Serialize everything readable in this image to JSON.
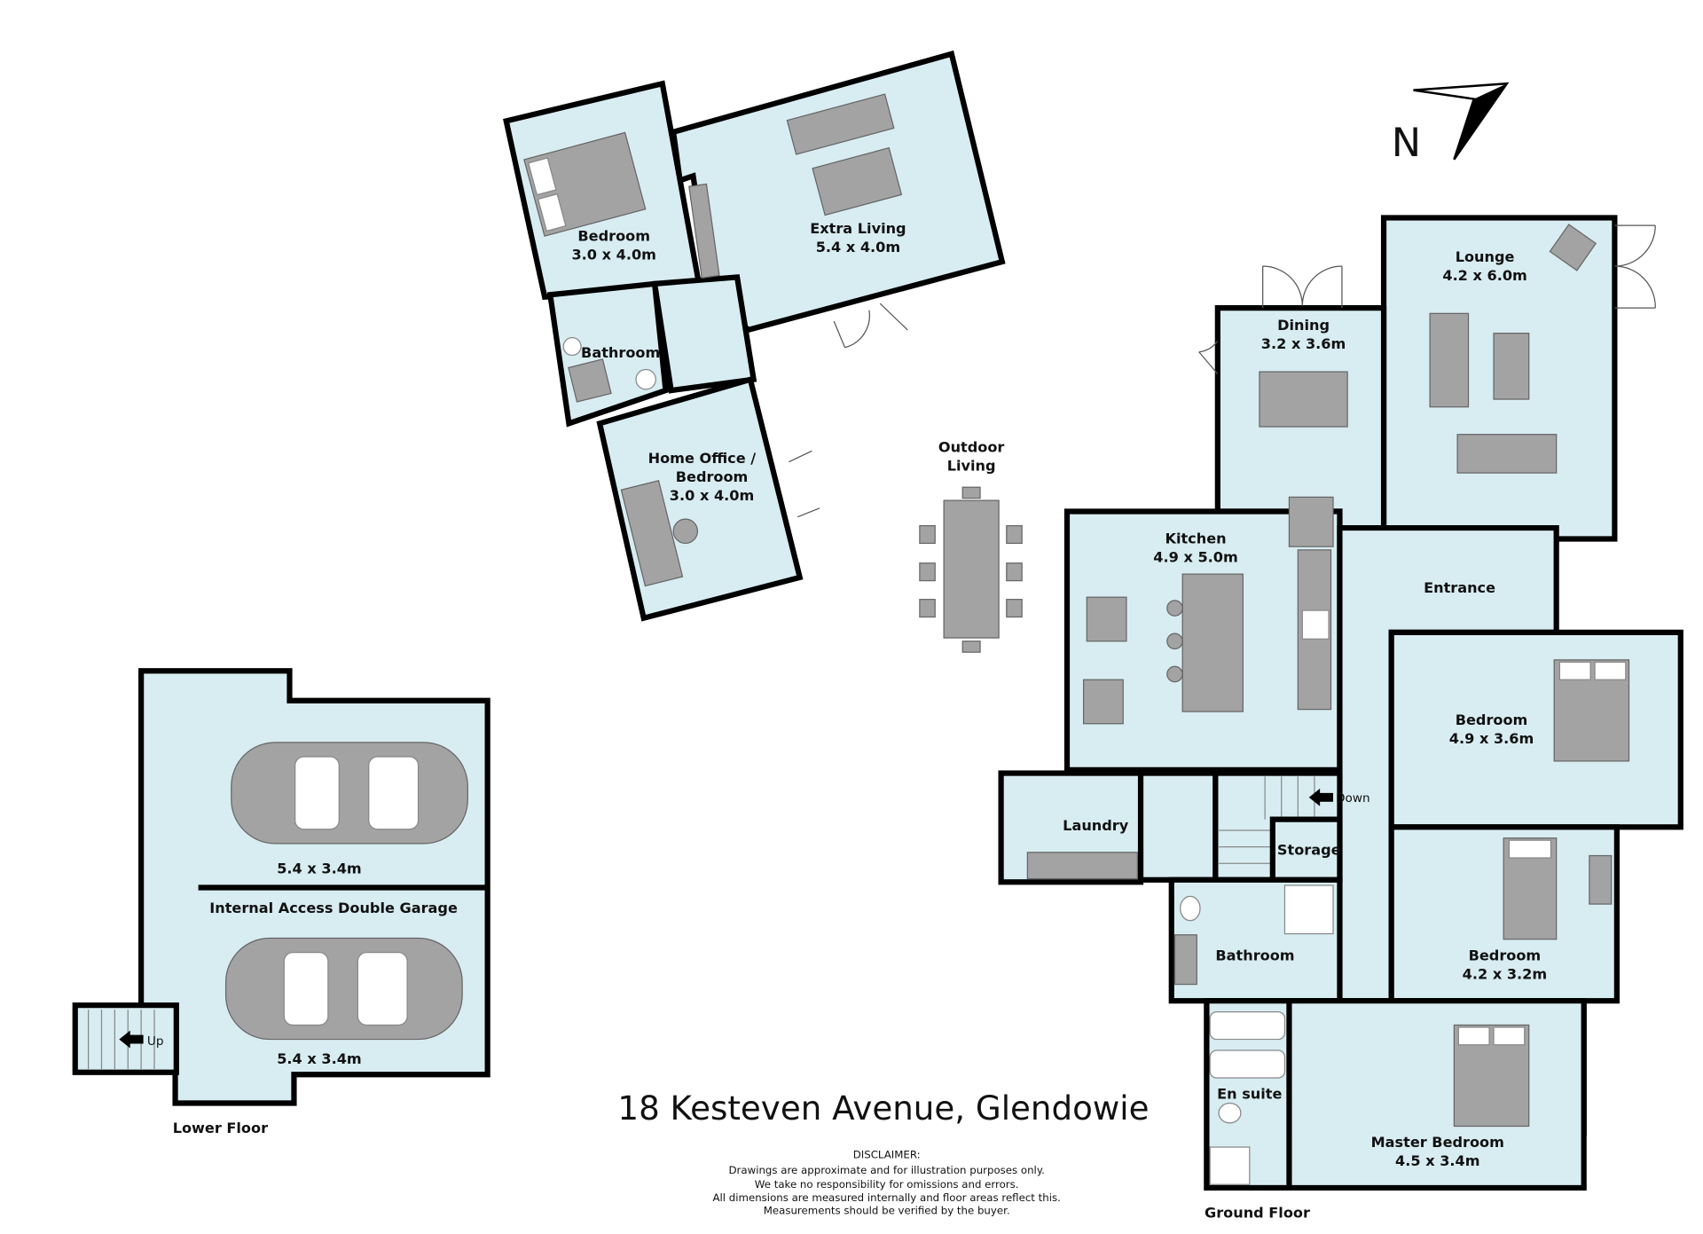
{
  "title": "18 Kesteven Avenue, Glendowie",
  "disclaimer": {
    "heading": "DISCLAIMER:",
    "lines": [
      "Drawings are approximate and for illustration purposes only.",
      "We take no responsibility for omissions and errors.",
      "All dimensions are measured internally and floor areas reflect this.",
      "Measurements should be verified by the buyer."
    ]
  },
  "north": "N",
  "floors": {
    "lower": "Lower Floor",
    "ground": "Ground Floor"
  },
  "stairs": {
    "up": "Up",
    "down": "Down"
  },
  "rooms": {
    "garage": {
      "name": "Internal Access Double Garage",
      "bay1": "5.4 x 3.4m",
      "bay2": "5.4 x 3.4m"
    },
    "detached_bedroom": {
      "name": "Bedroom",
      "dims": "3.0 x 4.0m"
    },
    "extra_living": {
      "name": "Extra Living",
      "dims": "5.4 x 4.0m"
    },
    "detached_bathroom": {
      "name": "Bathroom"
    },
    "home_office": {
      "name1": "Home Office /",
      "name2": "Bedroom",
      "dims": "3.0 x 4.0m"
    },
    "outdoor_living": {
      "name1": "Outdoor",
      "name2": "Living"
    },
    "dining": {
      "name": "Dining",
      "dims": "3.2 x 3.6m"
    },
    "lounge": {
      "name": "Lounge",
      "dims": "4.2 x 6.0m"
    },
    "kitchen": {
      "name": "Kitchen",
      "dims": "4.9 x 5.0m"
    },
    "entrance": {
      "name": "Entrance"
    },
    "bedroom_a": {
      "name": "Bedroom",
      "dims": "4.9 x 3.6m"
    },
    "laundry": {
      "name": "Laundry"
    },
    "storage": {
      "name": "Storage"
    },
    "bedroom_b": {
      "name": "Bedroom",
      "dims": "4.2 x 3.2m"
    },
    "bathroom": {
      "name": "Bathroom"
    },
    "ensuite": {
      "name": "En suite"
    },
    "master": {
      "name": "Master Bedroom",
      "dims": "4.5 x 3.4m"
    }
  },
  "colors": {
    "floor": "#d8edf2",
    "wall": "#000000",
    "furniture": "#a3a3a3"
  }
}
